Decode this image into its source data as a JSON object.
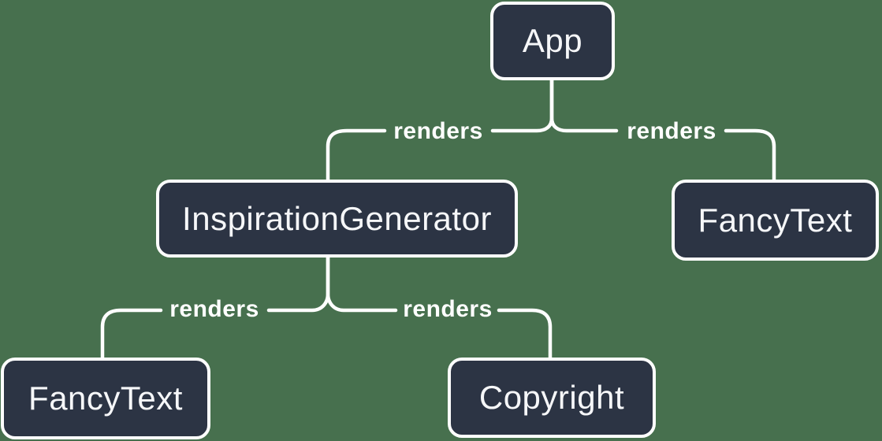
{
  "colors": {
    "background": "#47704E",
    "node_fill": "#2C3444",
    "node_border": "#FFFFFF",
    "node_text": "#F6F7F9",
    "line": "#FFFFFF"
  },
  "diagram": {
    "type": "component-render-tree",
    "nodes": [
      {
        "id": "app",
        "label": "App"
      },
      {
        "id": "inspiration-generator",
        "label": "InspirationGenerator"
      },
      {
        "id": "fancy-text-top",
        "label": "FancyText"
      },
      {
        "id": "fancy-text-bottom",
        "label": "FancyText"
      },
      {
        "id": "copyright",
        "label": "Copyright"
      }
    ],
    "edges": [
      {
        "from": "App",
        "to": "InspirationGenerator",
        "label": "renders"
      },
      {
        "from": "App",
        "to": "FancyText",
        "label": "renders"
      },
      {
        "from": "InspirationGenerator",
        "to": "FancyText",
        "label": "renders"
      },
      {
        "from": "InspirationGenerator",
        "to": "Copyright",
        "label": "renders"
      }
    ]
  }
}
